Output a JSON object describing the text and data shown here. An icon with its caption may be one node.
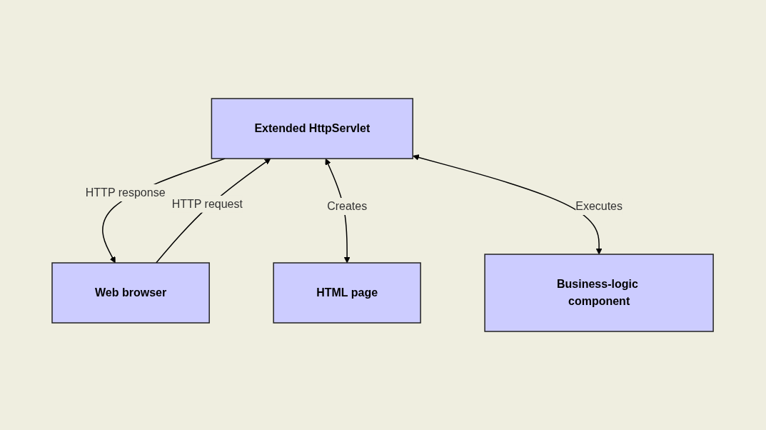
{
  "diagram": {
    "nodes": [
      {
        "text": [
          "Extended HttpServlet"
        ]
      },
      {
        "text": [
          "Web browser"
        ]
      },
      {
        "text": [
          "Business-logic component"
        ]
      },
      {
        "text": [
          "HTML page"
        ]
      }
    ],
    "edges": [
      {
        "from": 1,
        "to": 0,
        "arrow": "to",
        "label": "HTTP request"
      },
      {
        "from": 0,
        "to": 1,
        "arrow": "to",
        "label": "HTTP response"
      },
      {
        "from": 0,
        "to": 3,
        "arrow": "both",
        "label": "Creates"
      },
      {
        "from": 0,
        "to": 2,
        "arrow": "both",
        "label": "Executes"
      }
    ]
  }
}
